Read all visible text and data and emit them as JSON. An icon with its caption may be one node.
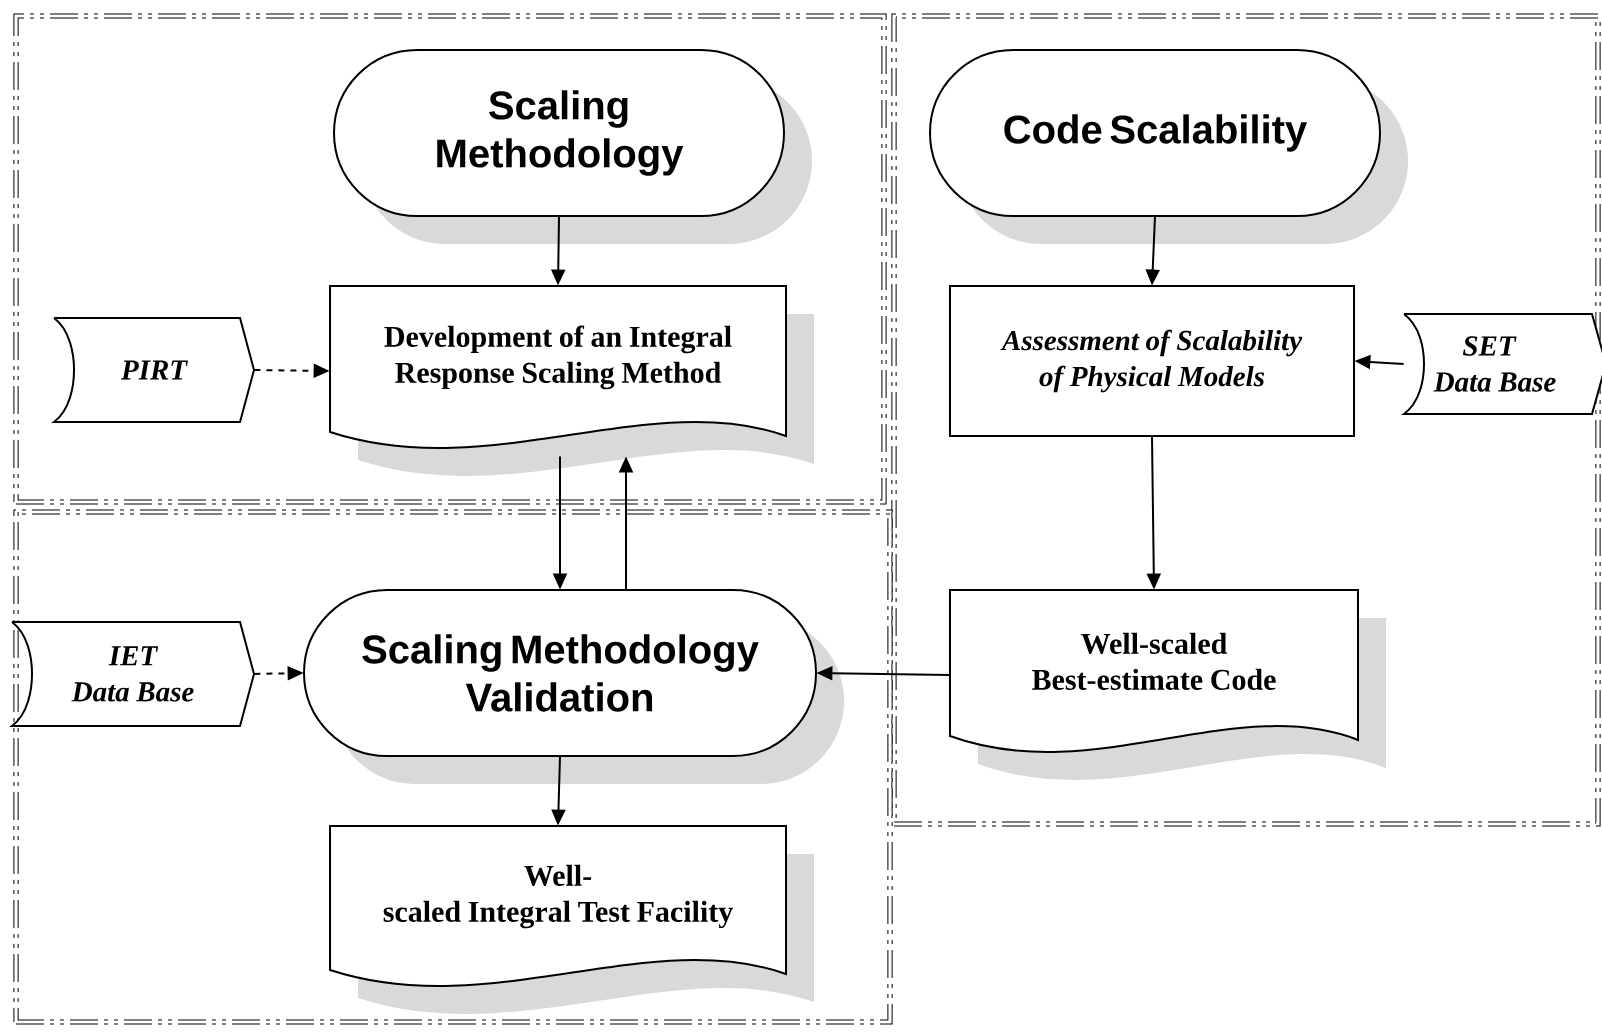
{
  "diagram": {
    "nodes": [
      {
        "text": [],
        "shape": "box"
      },
      {
        "text": [],
        "shape": "box"
      },
      {
        "text": [],
        "shape": "box"
      },
      {
        "text": [
          "Scaling Methodology"
        ],
        "in": 0
      },
      {
        "text": [
          "Development of an Integral Response Scaling Method"
        ],
        "in": 0
      },
      {
        "text": [
          "PIRT"
        ],
        "in": 0
      },
      {
        "text": [
          "Code Scalability"
        ],
        "in": 1
      },
      {
        "text": [
          "Assessment of Scalability of Physical Models"
        ],
        "in": 1
      },
      {
        "text": [
          "SET Data Base"
        ],
        "in": 1
      },
      {
        "text": [
          "Well-scaled Best-estimate Code"
        ],
        "in": 1
      },
      {
        "text": [
          "Scaling Methodology Validation"
        ],
        "in": 2
      },
      {
        "text": [
          "IET Data Base"
        ],
        "in": 2
      },
      {
        "text": [
          "Well-scaled Integral Test Facility"
        ],
        "in": 2
      }
    ],
    "edges": [
      {
        "from": 3,
        "to": 4,
        "arrow": "to"
      },
      {
        "from": 5,
        "to": 4,
        "arrow": "to",
        "style": "dashed"
      },
      {
        "from": 4,
        "to": 10,
        "arrow": "to"
      },
      {
        "from": 10,
        "to": 4,
        "arrow": "to"
      },
      {
        "from": 6,
        "to": 7,
        "arrow": "to"
      },
      {
        "from": 8,
        "to": 7,
        "arrow": "to"
      },
      {
        "from": 7,
        "to": 9,
        "arrow": "to"
      },
      {
        "from": 9,
        "to": 10,
        "arrow": "to"
      },
      {
        "from": 11,
        "to": 10,
        "arrow": "to",
        "style": "dashed"
      },
      {
        "from": 10,
        "to": 12,
        "arrow": "to"
      }
    ]
  }
}
